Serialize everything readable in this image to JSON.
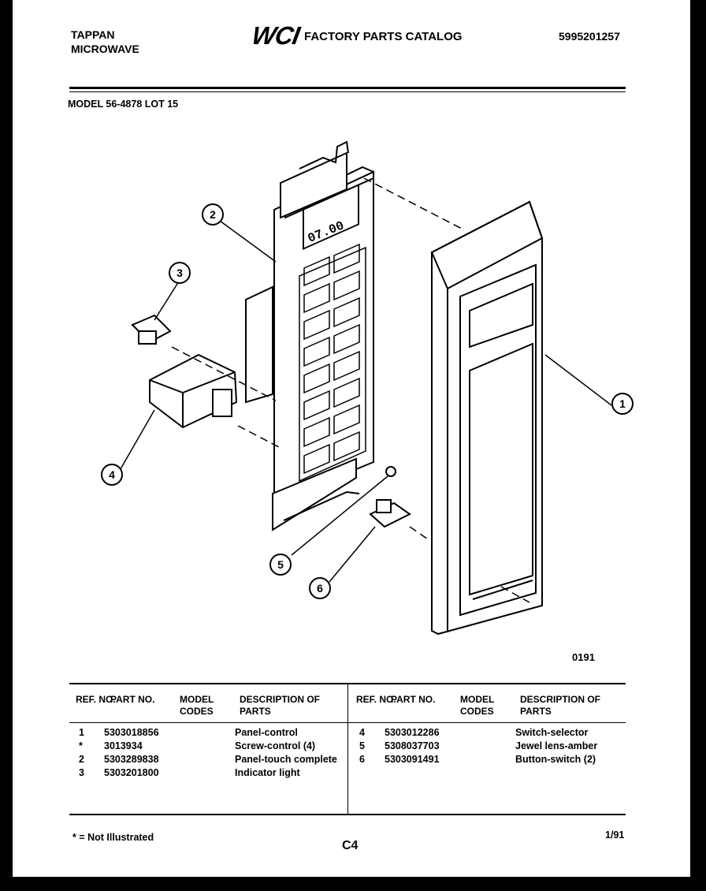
{
  "header": {
    "brand_line1": "TAPPAN",
    "brand_line2": "MICROWAVE",
    "logo": "WCI",
    "catalog_title": "FACTORY PARTS CATALOG",
    "catalog_number": "5995201257",
    "model_line": "MODEL 56-4878 LOT 15"
  },
  "diagram": {
    "display_readout": "07.00",
    "callouts": [
      "1",
      "2",
      "3",
      "4",
      "5",
      "6"
    ],
    "figure_code": "0191"
  },
  "table": {
    "headers": {
      "ref_no": "REF. NO.",
      "part_no": "PART NO.",
      "model_codes": "MODEL CODES",
      "description": "DESCRIPTION OF PARTS"
    },
    "left_rows": [
      {
        "ref": "1",
        "part": "5303018856",
        "codes": "",
        "desc": "Panel-control"
      },
      {
        "ref": "*",
        "part": "3013934",
        "codes": "",
        "desc": "Screw-control (4)"
      },
      {
        "ref": "2",
        "part": "5303289838",
        "codes": "",
        "desc": "Panel-touch complete"
      },
      {
        "ref": "3",
        "part": "5303201800",
        "codes": "",
        "desc": "Indicator light"
      }
    ],
    "right_rows": [
      {
        "ref": "4",
        "part": "5303012286",
        "codes": "",
        "desc": "Switch-selector"
      },
      {
        "ref": "5",
        "part": "5308037703",
        "codes": "",
        "desc": "Jewel lens-amber"
      },
      {
        "ref": "6",
        "part": "5303091491",
        "codes": "",
        "desc": "Button-switch (2)"
      }
    ]
  },
  "footer": {
    "note": "* = Not Illustrated",
    "page_code": "C4",
    "date": "1/91"
  }
}
